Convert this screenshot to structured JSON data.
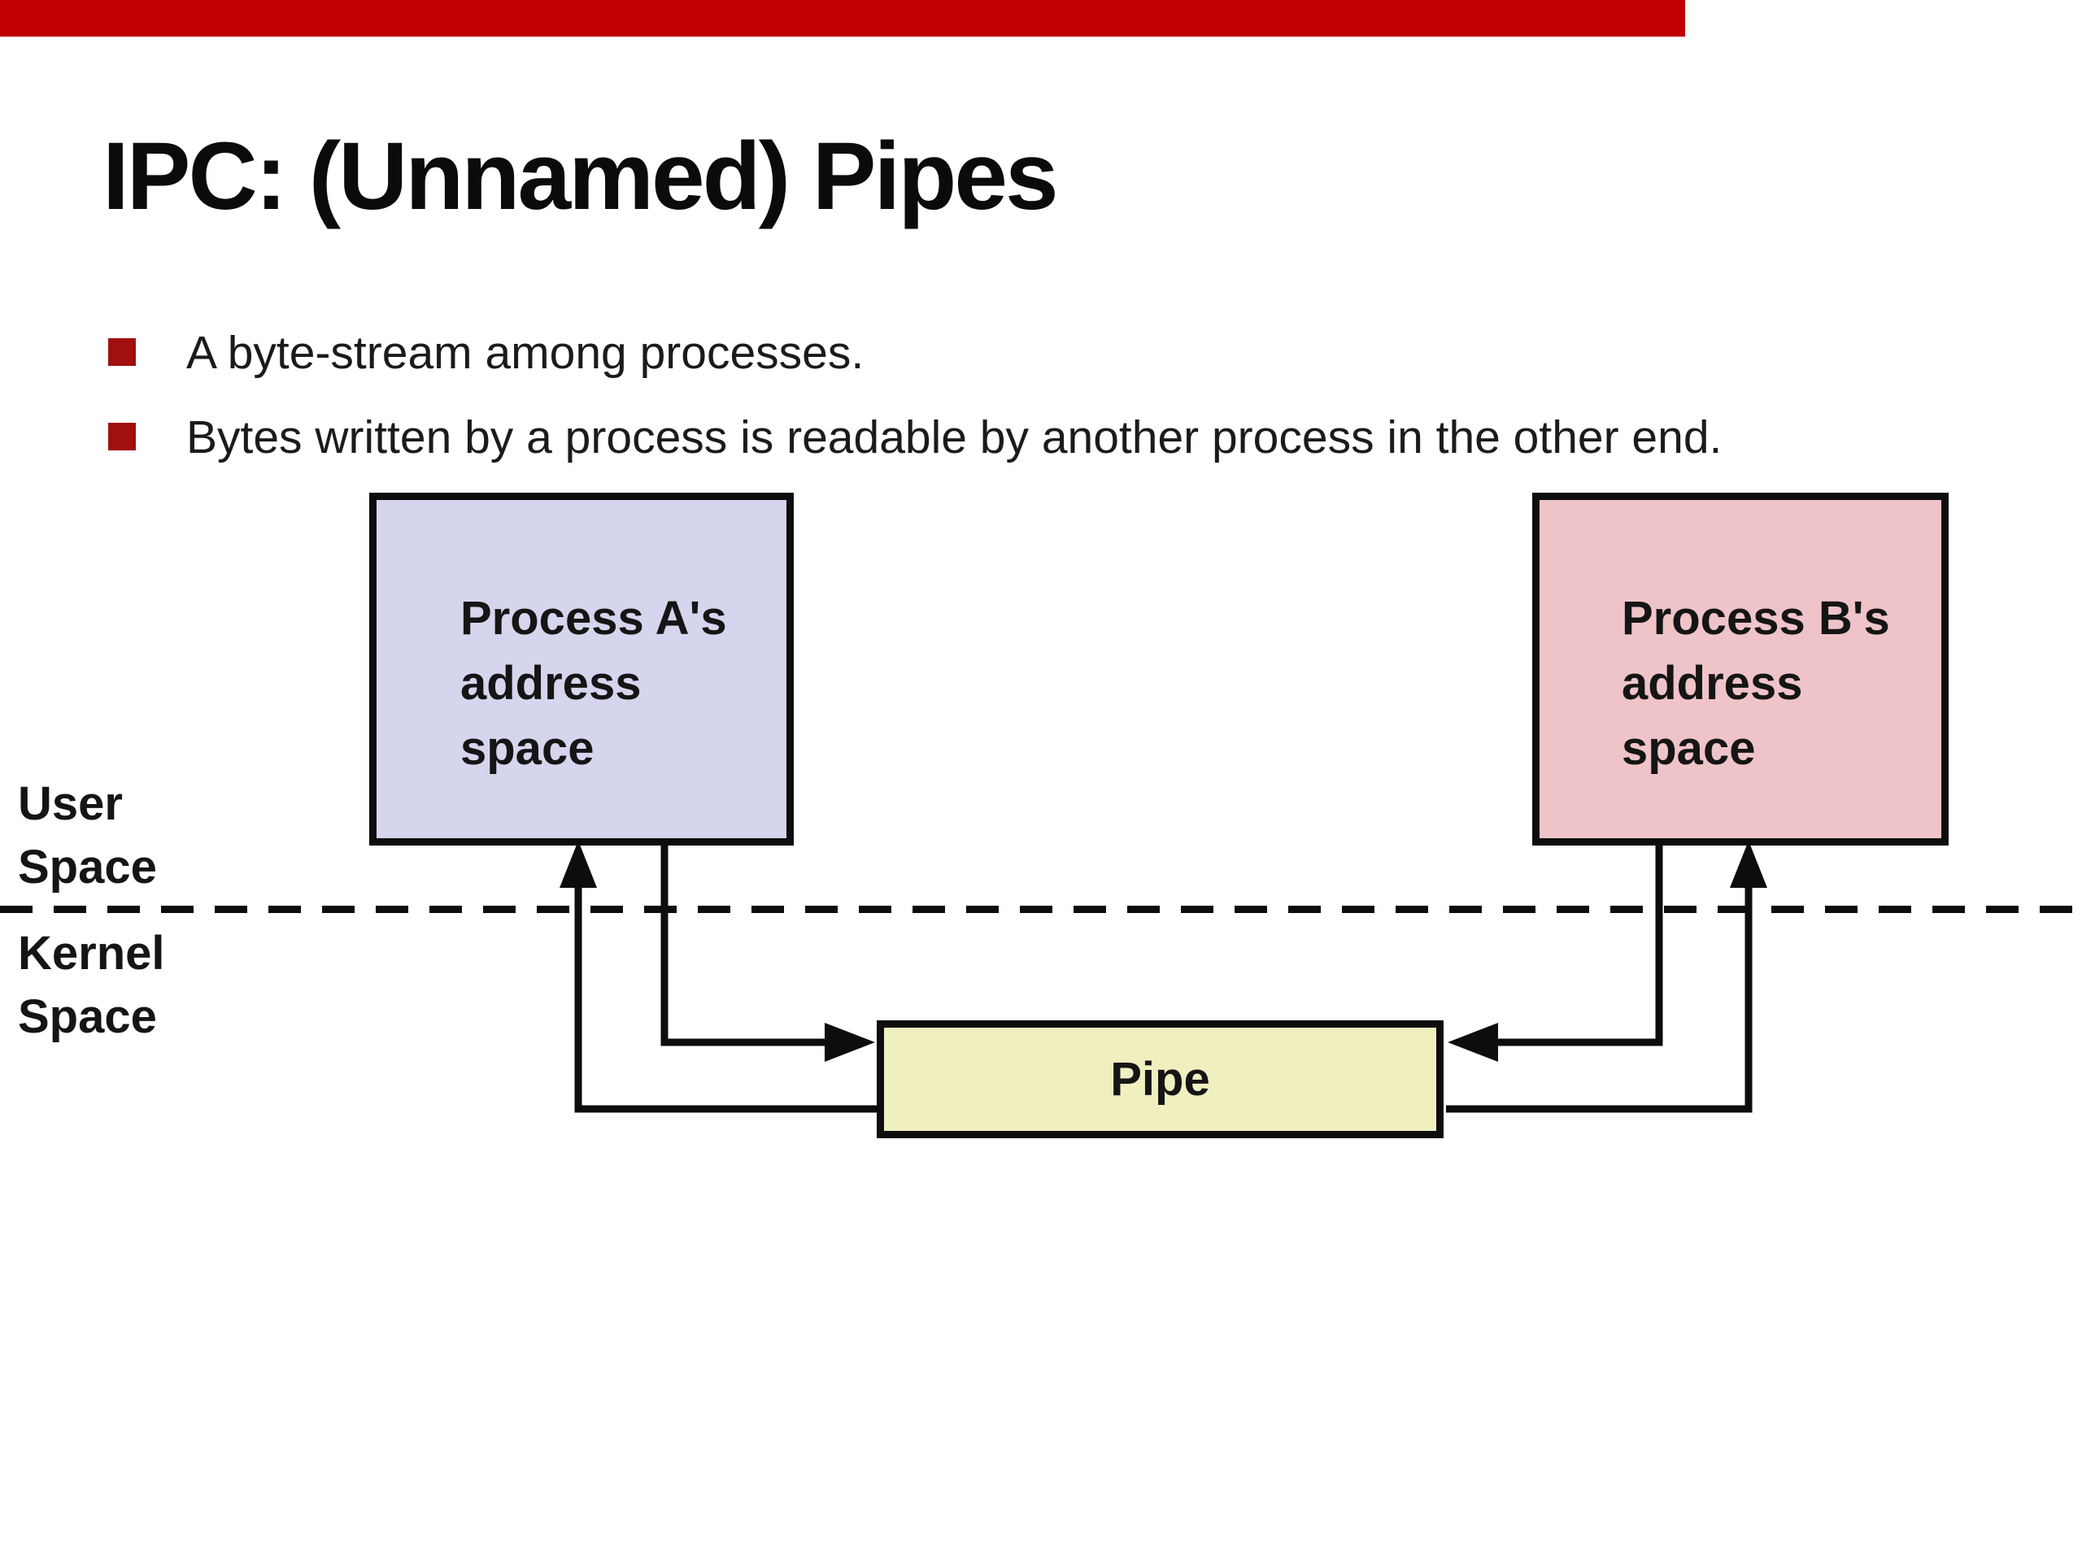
{
  "slide": {
    "title": "IPC: (Unnamed) Pipes",
    "bullets": [
      "A byte-stream among processes.",
      "Bytes written by a process is readable by another process in the other end."
    ],
    "diagram": {
      "process_a": {
        "lines": [
          "Process A's",
          "address",
          "space"
        ]
      },
      "process_b": {
        "lines": [
          "Process B's",
          "address",
          "space"
        ]
      },
      "pipe_label": "Pipe",
      "user_space": {
        "lines": [
          "User",
          "Space"
        ]
      },
      "kernel_space": {
        "lines": [
          "Kernel",
          "Space"
        ]
      }
    },
    "colors": {
      "red-bar": "#C00000",
      "bullet-red": "#A20F0F",
      "box-a-fill": "#D5D5EE",
      "box-b-fill": "#EFC4C8",
      "pipe-fill": "#F0EFC0",
      "line-black": "#0D0D0D"
    }
  }
}
